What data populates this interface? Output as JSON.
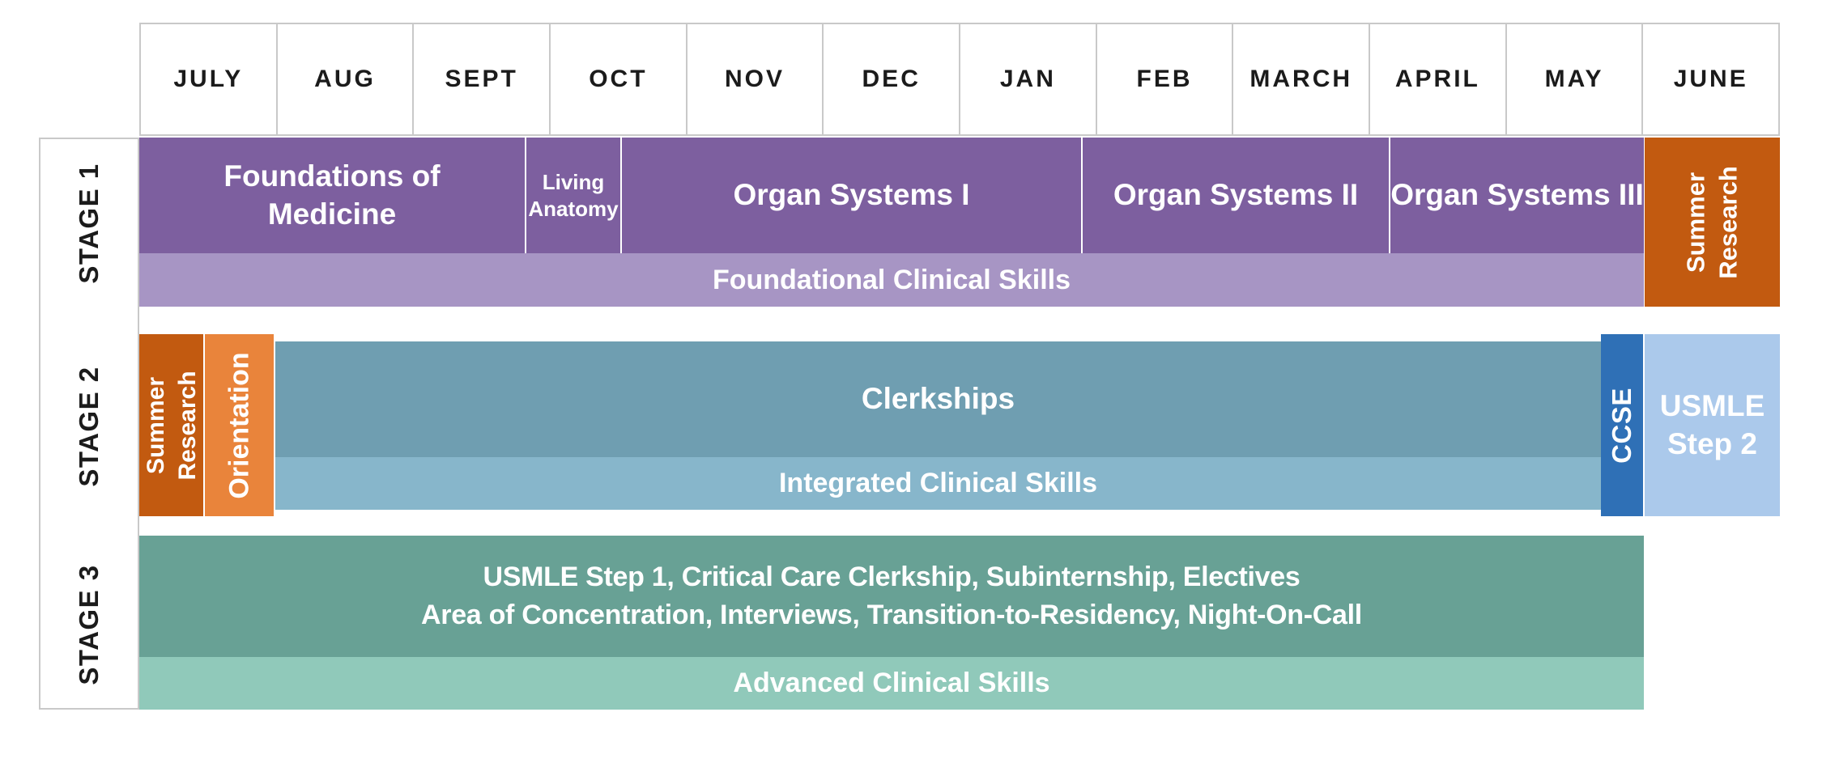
{
  "months": [
    "JULY",
    "AUG",
    "SEPT",
    "OCT",
    "NOV",
    "DEC",
    "JAN",
    "FEB",
    "MARCH",
    "APRIL",
    "MAY",
    "JUNE"
  ],
  "stages": {
    "stage1": {
      "label": "STAGE 1",
      "foundations": "Foundations of\nMedicine",
      "living_anatomy": "Living\nAnatomy",
      "organ_systems_1": "Organ Systems I",
      "organ_systems_2": "Organ Systems II",
      "organ_systems_3": "Organ Systems III",
      "summer_research": "Summer\nResearch",
      "skills_band": "Foundational Clinical Skills"
    },
    "stage2": {
      "label": "STAGE 2",
      "summer_research": "Summer\nResearch",
      "orientation": "Orientation",
      "clerkships": "Clerkships",
      "skills_band": "Integrated Clinical Skills",
      "ccse": "CCSE",
      "usmle_step2": "USMLE\nStep 2"
    },
    "stage3": {
      "label": "STAGE 3",
      "line1": "USMLE Step 1, Critical Care Clerkship, Subinternship, Electives",
      "line2": "Area of Concentration, Interviews, Transition-to-Residency, Night-On-Call",
      "skills_band": "Advanced Clinical Skills"
    }
  },
  "colors": {
    "purple": "#7d5f9f",
    "purple_light": "#a795c4",
    "orange": "#c25a10",
    "orange_light": "#e9843b",
    "steel": "#6f9eb1",
    "steel_light": "#87b6cb",
    "blue": "#2f70b6",
    "blue_light": "#abc9eb",
    "teal": "#68a195",
    "teal_light": "#90c9ba",
    "grid_border": "#c9c9c9",
    "text_dark": "#1b1b1b",
    "text_light": "#ffffff"
  }
}
